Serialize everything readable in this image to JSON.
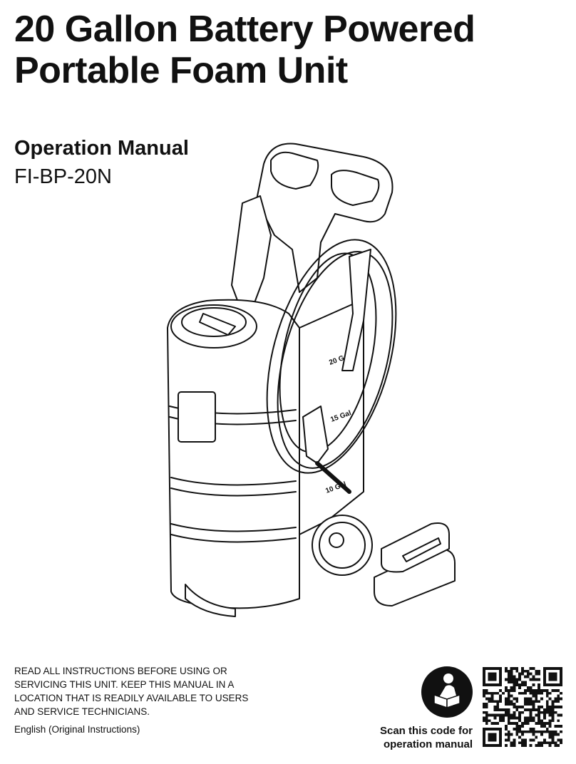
{
  "header": {
    "title_line1": "20 Gallon Battery Powered",
    "title_line2": "Portable Foam Unit",
    "subtitle": "Operation Manual",
    "model": "FI-BP-20N"
  },
  "illustration": {
    "tank_markings": [
      "20 Gal",
      "15 Gal",
      "10 Gal"
    ]
  },
  "footer": {
    "warning_lines": [
      "READ ALL INSTRUCTIONS BEFORE USING OR",
      "SERVICING THIS UNIT. KEEP THIS MANUAL IN A",
      "LOCATION THAT IS READILY AVAILABLE TO USERS",
      "AND SERVICE TECHNICIANS."
    ],
    "language": "English (Original Instructions)",
    "scan_line1": "Scan this code for",
    "scan_line2": "operation manual",
    "icon": "read-manual-icon"
  }
}
